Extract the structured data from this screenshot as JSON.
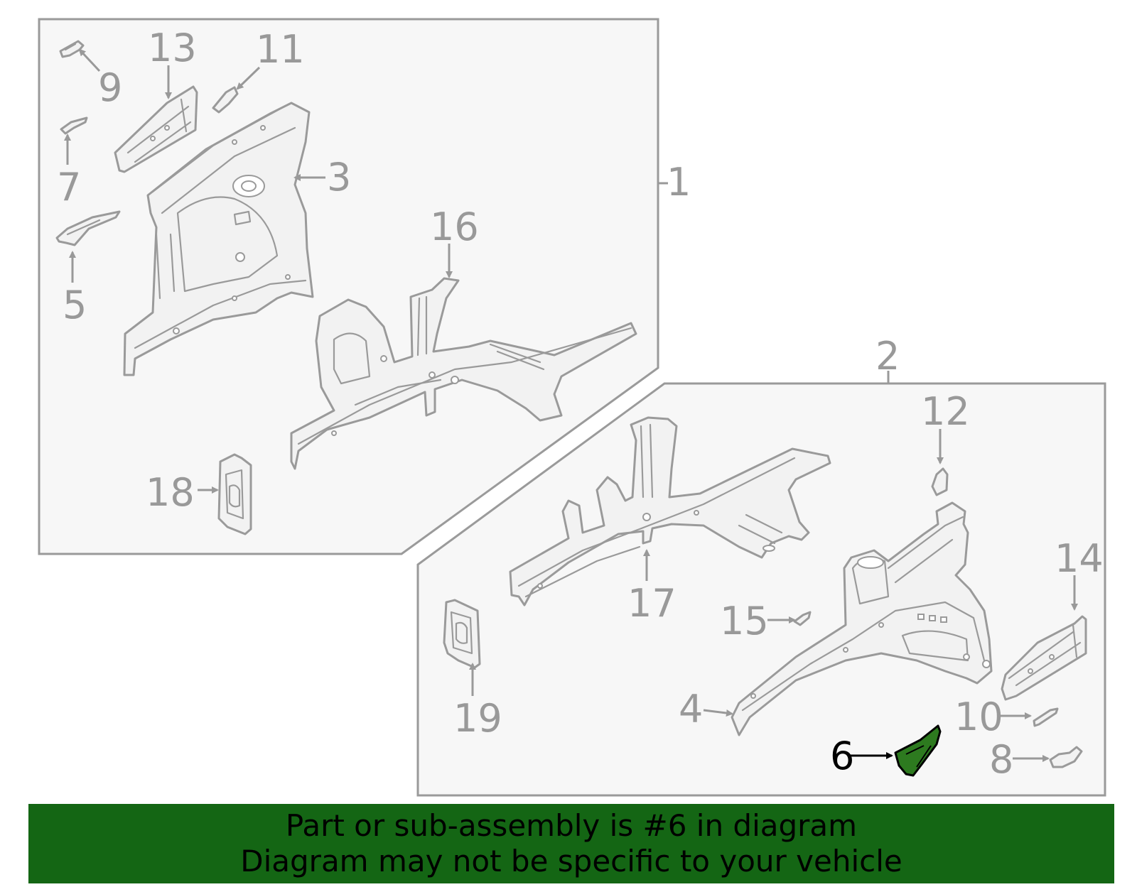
{
  "diagram": {
    "assembly_callouts": [
      "1",
      "2"
    ],
    "callouts": [
      "3",
      "4",
      "5",
      "6",
      "7",
      "8",
      "9",
      "10",
      "11",
      "12",
      "13",
      "14",
      "15",
      "16",
      "17",
      "18",
      "19"
    ],
    "highlighted_part": "6",
    "highlight_color": "#146614"
  },
  "banner": {
    "line1": "Part or sub-assembly is #6 in diagram",
    "line2": "Diagram may not be specific to your vehicle",
    "background": "#146614"
  }
}
